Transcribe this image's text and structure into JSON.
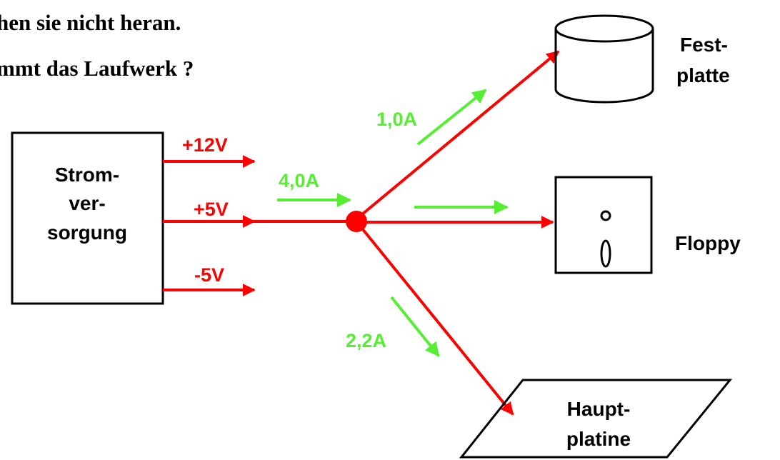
{
  "heading": {
    "line1": "hen sie nicht heran.",
    "line2": "mmt das Laufwerk ?"
  },
  "power_supply": {
    "line1": "Strom-",
    "line2": "ver-",
    "line3": "sorgung"
  },
  "voltages": {
    "v12": "+12V",
    "v5": "+5V",
    "vneg5": "-5V"
  },
  "currents": {
    "input": "4,0A",
    "harddisk": "1,0A",
    "mainboard": "2,2A"
  },
  "devices": {
    "harddisk": {
      "line1": "Fest-",
      "line2": "platte"
    },
    "floppy": {
      "label": "Floppy"
    },
    "mainboard": {
      "line1": "Haupt-",
      "line2": "platine"
    }
  },
  "colors": {
    "voltage": "#ff0000",
    "current": "#55ee33",
    "outline": "#000000",
    "node": "#ff0000"
  }
}
